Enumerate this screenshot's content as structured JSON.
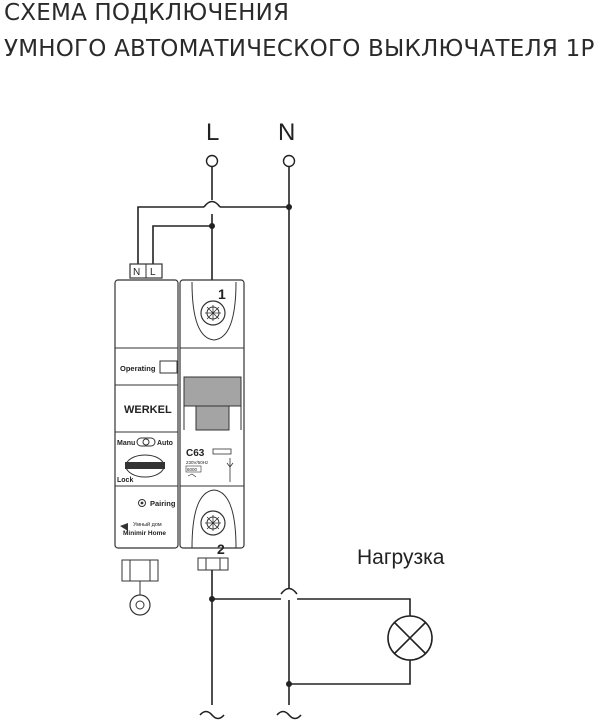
{
  "title": {
    "line1": "СХЕМА ПОДКЛЮЧЕНИЯ",
    "line2": "УМНОГО АВТОМАТИЧЕСКОГО ВЫКЛЮЧАТЕЛЯ 1P"
  },
  "terminals": {
    "L": "L",
    "N": "N"
  },
  "module_terminals": {
    "n": "N",
    "l": "L"
  },
  "device": {
    "operating": "Operating",
    "brand": "WERKEL",
    "manu": "Manu",
    "auto": "Auto",
    "lock": "Lock",
    "pairing": "Pairing",
    "smart_home": "Умный дом",
    "app": "Minimir Home",
    "rating": "C63",
    "spec": "230V/50Hz",
    "code": "6000",
    "pole_top": "1",
    "pole_bottom": "2"
  },
  "load": {
    "label": "Нагрузка"
  }
}
